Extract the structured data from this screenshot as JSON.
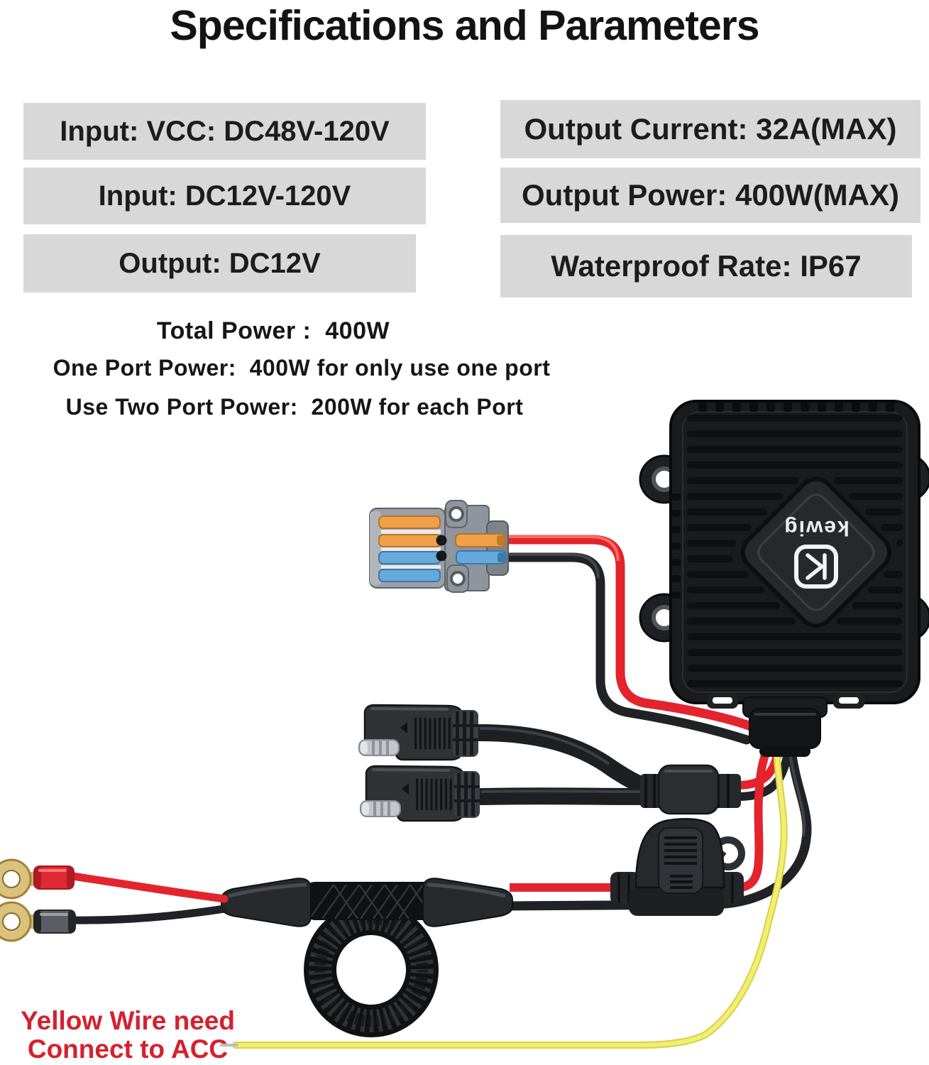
{
  "title": "Specifications and Parameters",
  "specs": {
    "left": [
      "Input: VCC: DC48V-120V",
      "Input: DC12V-120V",
      "Output: DC12V"
    ],
    "right": [
      "Output Current: 32A(MAX)",
      "Output Power: 400W(MAX)",
      "Waterproof Rate: IP67"
    ]
  },
  "notes": [
    "Total Power :  400W",
    "One Port Power:  400W for only use one port",
    "Use Two Port Power:  200W for each Port"
  ],
  "annotation": {
    "line1": "Yellow Wire need",
    "line2": "Connect to ACC"
  },
  "brand": {
    "logo_text": "kewig"
  },
  "colors": {
    "spec_box_bg": "#d8d8d8",
    "spec_text": "#1c1c1c",
    "annotation_red": "#d5202e",
    "wire_red": "#e3242d",
    "wire_black": "#212226",
    "wire_yellow": "#f2ee75",
    "lever_orange": "#efa049",
    "lever_blue": "#66a9dd",
    "connector_gray": "#8f959c",
    "terminal_gold": "#d9c27b",
    "device_black": "#1a1b1d"
  }
}
